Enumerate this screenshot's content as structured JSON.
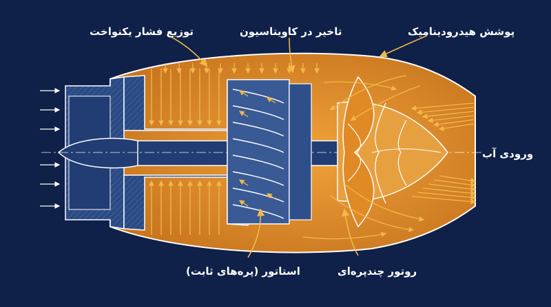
{
  "labels": {
    "pressure": "توزیع فشار یکنواخت",
    "cavitation": "تاخیر در کاویتاسیون",
    "shroud": "پوشش هیدرودینامیک",
    "inlet": "ورودی آب",
    "stator": "استاتور (پره‌های ثابت)",
    "rotor": "روتور چندپره‌ای"
  },
  "colors": {
    "background": "#0f2049",
    "housing": "#2a4a85",
    "shaft": "#213d73",
    "flow": "#e0902c",
    "arrow": "#f3b84a",
    "outline": "#ffffff"
  }
}
